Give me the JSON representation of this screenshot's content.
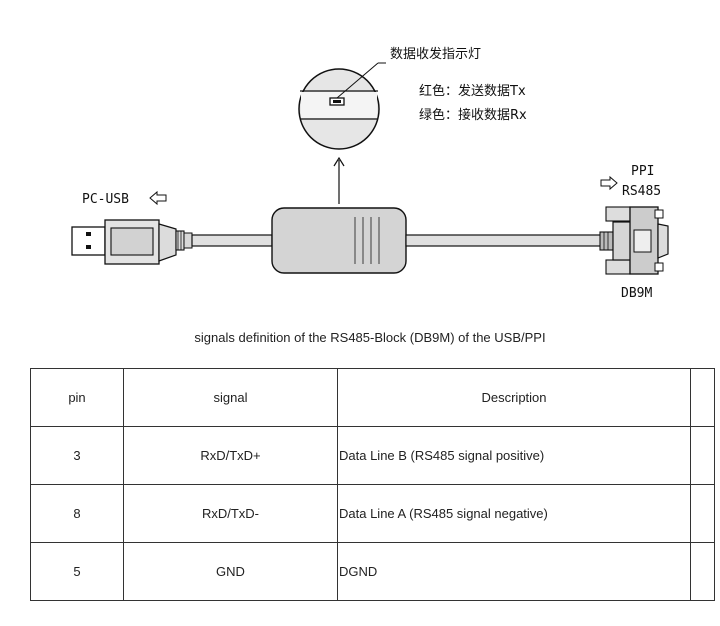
{
  "diagram": {
    "indicator_title": "数据收发指示灯",
    "indicator_red": "红色：发送数据Tx",
    "indicator_green": "绿色：接收数据Rx",
    "usb_label": "PC-USB",
    "ppi_label": "PPI",
    "rs485_label": "RS485",
    "db9_label": "DB9M"
  },
  "caption": "signals definition of the RS485-Block (DB9M) of the USB/PPI",
  "table": {
    "headers": [
      "pin",
      "signal",
      "Description"
    ],
    "rows": [
      [
        "3",
        "RxD/TxD+",
        "Data Line B (RS485 signal positive)"
      ],
      [
        "8",
        "RxD/TxD-",
        "Data Line A (RS485 signal negative)"
      ],
      [
        "5",
        "GND",
        "DGND"
      ]
    ]
  }
}
